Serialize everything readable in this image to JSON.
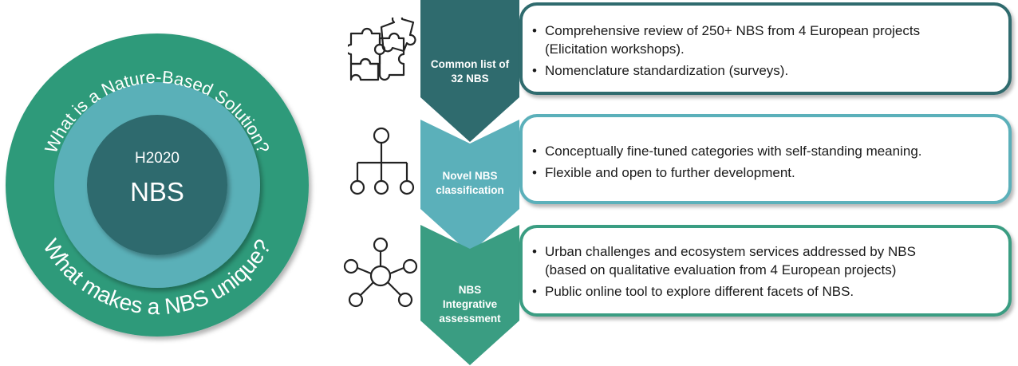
{
  "center": {
    "title": "H2020",
    "subtitle": "NBS"
  },
  "ring_top_text": "What is a Nature-Based Solution?",
  "ring_bottom_text": "What makes a NBS unique?",
  "steps": [
    {
      "label": "Common list of\n32 NBS",
      "icon": "puzzle-icon",
      "color": "#2f6b6e",
      "bullets": [
        "Comprehensive review of 250+ NBS from 4 European projects\n(Elicitation workshops).",
        "Nomenclature standardization (surveys)."
      ]
    },
    {
      "label": "Novel NBS\nclassification",
      "icon": "hierarchy-icon",
      "color": "#5bb0ba",
      "bullets": [
        "Conceptually fine-tuned categories with self-standing meaning.",
        "Flexible and open to further development."
      ]
    },
    {
      "label": "NBS\nIntegrative\nassessment",
      "icon": "network-icon",
      "color": "#3a9d82",
      "bullets": [
        "Urban challenges and ecosystem services addressed by NBS\n(based on qualitative evaluation from 4 European projects)",
        "Public online tool to explore different facets of NBS."
      ]
    }
  ],
  "colors": {
    "outer_ring": "#2f9a7a",
    "middle_ring": "#5ab0b8",
    "inner_circle": "#2d6b6e",
    "dark_teal": "#2f6b6e",
    "light_teal": "#5bb0ba",
    "green": "#3a9d82"
  }
}
